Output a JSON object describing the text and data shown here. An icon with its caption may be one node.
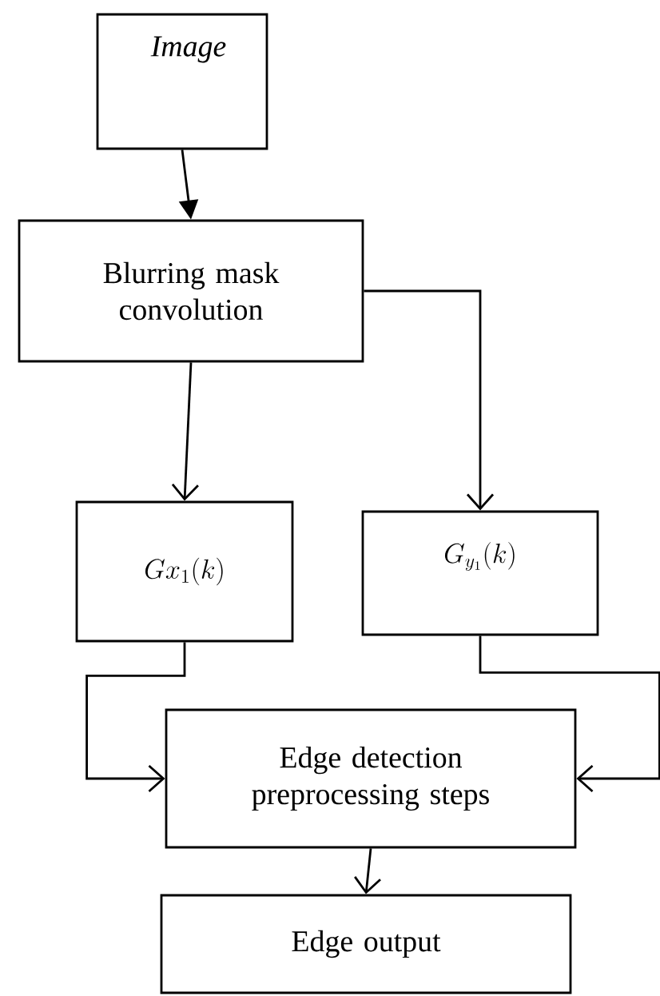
{
  "diagram": {
    "nodes": [
      {
        "text": [
          "Image"
        ]
      },
      {
        "text": [
          "Blurring mask convolution"
        ]
      },
      {
        "text": [
          "Gx_1(k)"
        ]
      },
      {
        "text": [
          "G_{y_1}(k)"
        ]
      },
      {
        "text": [
          "Edge detection preprocessing steps"
        ]
      },
      {
        "text": [
          "Edge output"
        ]
      }
    ],
    "edges": [
      {
        "from": 0,
        "to": 1,
        "arrow": "to"
      },
      {
        "from": 1,
        "to": 2,
        "arrow": "to"
      },
      {
        "from": 1,
        "to": 3,
        "arrow": "to"
      },
      {
        "from": 2,
        "to": 4,
        "arrow": "to"
      },
      {
        "from": 3,
        "to": 4,
        "arrow": "to"
      },
      {
        "from": 4,
        "to": 5,
        "arrow": "to"
      }
    ]
  }
}
